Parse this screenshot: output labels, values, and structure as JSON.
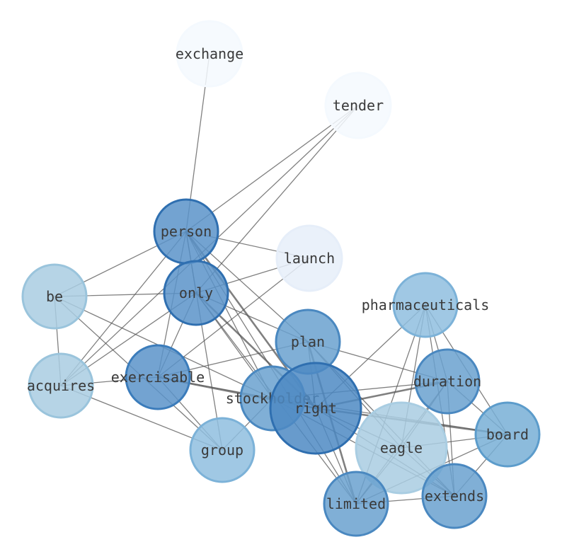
{
  "graph": {
    "nodes": [
      {
        "id": "exchange",
        "label": "exchange",
        "fill": "#f4f9fe",
        "stroke": "#f4f9fe"
      },
      {
        "id": "tender",
        "label": "tender",
        "fill": "#f4f9fe",
        "stroke": "#f4f9fe"
      },
      {
        "id": "person",
        "label": "person",
        "fill": "#5b93c9",
        "stroke": "#2f6fb0"
      },
      {
        "id": "launch",
        "label": "launch",
        "fill": "#e6eef9",
        "stroke": "#e6eef9"
      },
      {
        "id": "be",
        "label": "be",
        "fill": "#a9cde2",
        "stroke": "#9ac4dc"
      },
      {
        "id": "only",
        "label": "only",
        "fill": "#5b93c9",
        "stroke": "#2f6fb0"
      },
      {
        "id": "pharmaceuticals",
        "label": "pharmaceuticals",
        "fill": "#8fbedf",
        "stroke": "#7cb2d8"
      },
      {
        "id": "plan",
        "label": "plan",
        "fill": "#6aa1cf",
        "stroke": "#4a88c0"
      },
      {
        "id": "acquires",
        "label": "acquires",
        "fill": "#a9cde2",
        "stroke": "#9ac4dc"
      },
      {
        "id": "exercisable",
        "label": "exercisable",
        "fill": "#5b93c9",
        "stroke": "#3b7cbb"
      },
      {
        "id": "duration",
        "label": "duration",
        "fill": "#6aa1cf",
        "stroke": "#4a88c0"
      },
      {
        "id": "stockholder",
        "label": "stockholder",
        "fill": "#6aa1cf",
        "stroke": "#4a88c0"
      },
      {
        "id": "right",
        "label": "right",
        "fill": "#4e89c3",
        "stroke": "#2f6fb0"
      },
      {
        "id": "board",
        "label": "board",
        "fill": "#78afd6",
        "stroke": "#5c9ccb"
      },
      {
        "id": "group",
        "label": "group",
        "fill": "#8fbedf",
        "stroke": "#7cb2d8"
      },
      {
        "id": "eagle",
        "label": "eagle",
        "fill": "#a9cde2",
        "stroke": "#a9cde2"
      },
      {
        "id": "extends",
        "label": "extends",
        "fill": "#6aa1cf",
        "stroke": "#4a88c0"
      },
      {
        "id": "limited",
        "label": "limited",
        "fill": "#6aa1cf",
        "stroke": "#4a88c0"
      }
    ],
    "edges": [
      {
        "source": "exchange",
        "target": "person",
        "weight": 1
      },
      {
        "source": "tender",
        "target": "person",
        "weight": 1
      },
      {
        "source": "tender",
        "target": "only",
        "weight": 1
      },
      {
        "source": "tender",
        "target": "acquires",
        "weight": 1
      },
      {
        "source": "person",
        "target": "launch",
        "weight": 1
      },
      {
        "source": "person",
        "target": "be",
        "weight": 1
      },
      {
        "source": "person",
        "target": "only",
        "weight": 1
      },
      {
        "source": "person",
        "target": "plan",
        "weight": 1
      },
      {
        "source": "person",
        "target": "acquires",
        "weight": 1
      },
      {
        "source": "person",
        "target": "exercisable",
        "weight": 1
      },
      {
        "source": "person",
        "target": "stockholder",
        "weight": 1
      },
      {
        "source": "person",
        "target": "right",
        "weight": 2
      },
      {
        "source": "person",
        "target": "group",
        "weight": 1
      },
      {
        "source": "person",
        "target": "limited",
        "weight": 1
      },
      {
        "source": "launch",
        "target": "only",
        "weight": 1
      },
      {
        "source": "launch",
        "target": "exercisable",
        "weight": 1
      },
      {
        "source": "be",
        "target": "only",
        "weight": 1
      },
      {
        "source": "be",
        "target": "acquires",
        "weight": 1
      },
      {
        "source": "be",
        "target": "group",
        "weight": 1
      },
      {
        "source": "be",
        "target": "stockholder",
        "weight": 1
      },
      {
        "source": "only",
        "target": "plan",
        "weight": 1
      },
      {
        "source": "only",
        "target": "acquires",
        "weight": 1
      },
      {
        "source": "only",
        "target": "exercisable",
        "weight": 1
      },
      {
        "source": "only",
        "target": "stockholder",
        "weight": 1
      },
      {
        "source": "only",
        "target": "right",
        "weight": 2
      },
      {
        "source": "only",
        "target": "limited",
        "weight": 1
      },
      {
        "source": "pharmaceuticals",
        "target": "right",
        "weight": 1
      },
      {
        "source": "pharmaceuticals",
        "target": "duration",
        "weight": 1
      },
      {
        "source": "pharmaceuticals",
        "target": "board",
        "weight": 1
      },
      {
        "source": "pharmaceuticals",
        "target": "eagle",
        "weight": 1
      },
      {
        "source": "pharmaceuticals",
        "target": "extends",
        "weight": 1
      },
      {
        "source": "pharmaceuticals",
        "target": "limited",
        "weight": 1
      },
      {
        "source": "plan",
        "target": "exercisable",
        "weight": 1
      },
      {
        "source": "plan",
        "target": "duration",
        "weight": 1
      },
      {
        "source": "plan",
        "target": "right",
        "weight": 1
      },
      {
        "source": "plan",
        "target": "eagle",
        "weight": 1
      },
      {
        "source": "plan",
        "target": "extends",
        "weight": 1
      },
      {
        "source": "plan",
        "target": "limited",
        "weight": 2
      },
      {
        "source": "acquires",
        "target": "exercisable",
        "weight": 1
      },
      {
        "source": "acquires",
        "target": "group",
        "weight": 1
      },
      {
        "source": "exercisable",
        "target": "stockholder",
        "weight": 1
      },
      {
        "source": "exercisable",
        "target": "right",
        "weight": 2
      },
      {
        "source": "exercisable",
        "target": "group",
        "weight": 1
      },
      {
        "source": "duration",
        "target": "stockholder",
        "weight": 1
      },
      {
        "source": "duration",
        "target": "right",
        "weight": 2
      },
      {
        "source": "duration",
        "target": "eagle",
        "weight": 1
      },
      {
        "source": "duration",
        "target": "extends",
        "weight": 1
      },
      {
        "source": "duration",
        "target": "limited",
        "weight": 1
      },
      {
        "source": "duration",
        "target": "board",
        "weight": 1
      },
      {
        "source": "stockholder",
        "target": "right",
        "weight": 1
      },
      {
        "source": "stockholder",
        "target": "group",
        "weight": 1
      },
      {
        "source": "stockholder",
        "target": "board",
        "weight": 1
      },
      {
        "source": "stockholder",
        "target": "extends",
        "weight": 1
      },
      {
        "source": "right",
        "target": "board",
        "weight": 2
      },
      {
        "source": "right",
        "target": "limited",
        "weight": 1
      },
      {
        "source": "right",
        "target": "extends",
        "weight": 1
      },
      {
        "source": "right",
        "target": "eagle",
        "weight": 1
      },
      {
        "source": "board",
        "target": "eagle",
        "weight": 1
      },
      {
        "source": "board",
        "target": "limited",
        "weight": 1
      },
      {
        "source": "board",
        "target": "extends",
        "weight": 1
      },
      {
        "source": "eagle",
        "target": "limited",
        "weight": 1
      },
      {
        "source": "eagle",
        "target": "extends",
        "weight": 1
      },
      {
        "source": "extends",
        "target": "limited",
        "weight": 1
      }
    ]
  }
}
